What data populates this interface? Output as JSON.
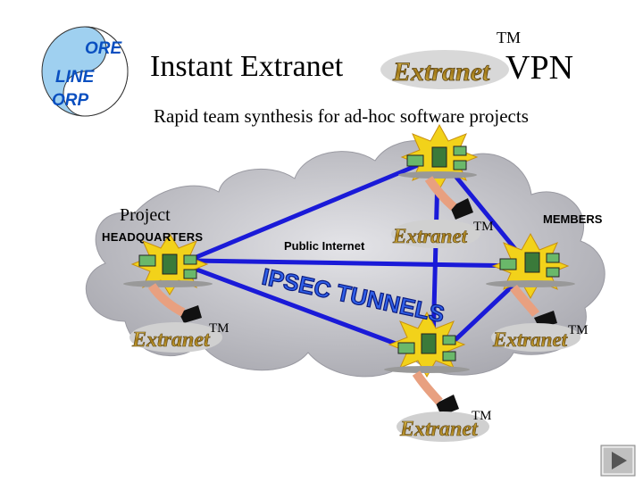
{
  "title": "Instant Extranet",
  "title_suffix": "VPN",
  "trademark": "TM",
  "subtitle": "Rapid team synthesis for ad-hoc software projects",
  "logo_words": [
    "ORE",
    "LINE",
    "ORP"
  ],
  "product_logo_text": "Extranet",
  "labels": {
    "project": "Project",
    "headquarters": "HEADQUARTERS",
    "members": "MEMBERS",
    "public_internet": "Public Internet",
    "tunnels": "IPSEC TUNNELS"
  },
  "nav_icon": "play-next-icon",
  "colors": {
    "tunnel": "#1a1ad8",
    "cloud": "#c8c8cc",
    "burst": "#f2d21a",
    "logo_gold": "#b08a1a"
  }
}
